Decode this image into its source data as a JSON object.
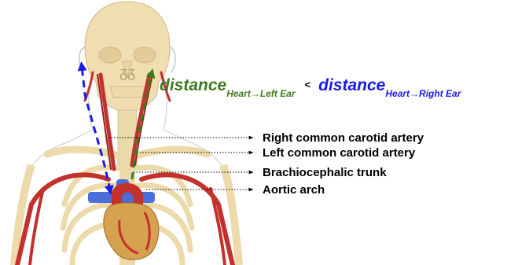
{
  "equation": {
    "left_word": "distance",
    "left_sub": "Heart→Left Ear",
    "operator": "<",
    "right_word": "distance",
    "right_sub": "Heart→Right Ear"
  },
  "labels": [
    "Right common carotid artery",
    "Left common carotid artery",
    "Brachiocephalic trunk",
    "Aortic arch"
  ],
  "colors": {
    "bone": "#f1deb0",
    "bone_outline": "#cdb88a",
    "artery": "#c2312c",
    "artery_dark": "#8e1f1c",
    "vein": "#4c6ed8",
    "heart": "#d7a24f",
    "arrow_left": "#3f7a1e",
    "arrow_right": "#1a1ae6",
    "text_green": "#3f7a1e",
    "text_blue": "#1a1ae6"
  }
}
